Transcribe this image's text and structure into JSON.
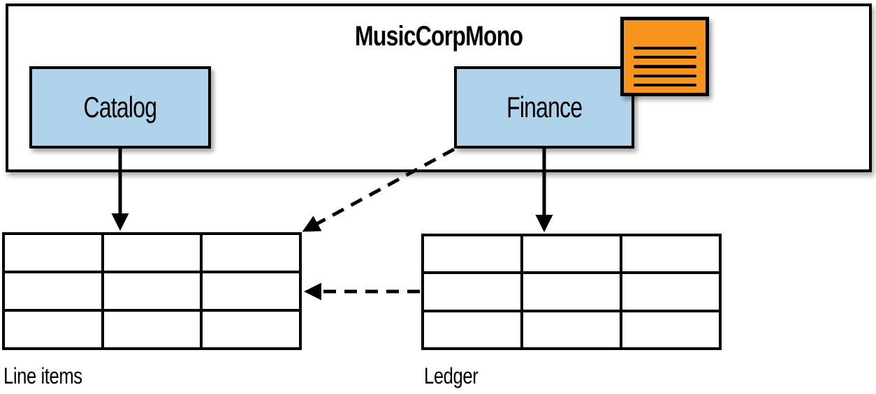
{
  "diagram": {
    "title": "MusicCorpMono",
    "modules": [
      {
        "label": "Catalog"
      },
      {
        "label": "Finance"
      }
    ],
    "note": {
      "lines": 5
    },
    "tables": [
      {
        "label": "Line items",
        "rows": 3,
        "cols": 3
      },
      {
        "label": "Ledger",
        "rows": 3,
        "cols": 3
      }
    ],
    "arrows": [
      {
        "from": "Catalog",
        "to": "Line items",
        "style": "solid"
      },
      {
        "from": "Finance",
        "to": "Ledger",
        "style": "solid"
      },
      {
        "from": "Finance",
        "to": "Line items",
        "style": "dashed"
      },
      {
        "from": "Ledger",
        "to": "Line items",
        "style": "dashed"
      }
    ],
    "colors": {
      "module_fill": "#aed3ea",
      "note_fill": "#f7941e",
      "line": "#000000",
      "background": "#ffffff"
    }
  }
}
